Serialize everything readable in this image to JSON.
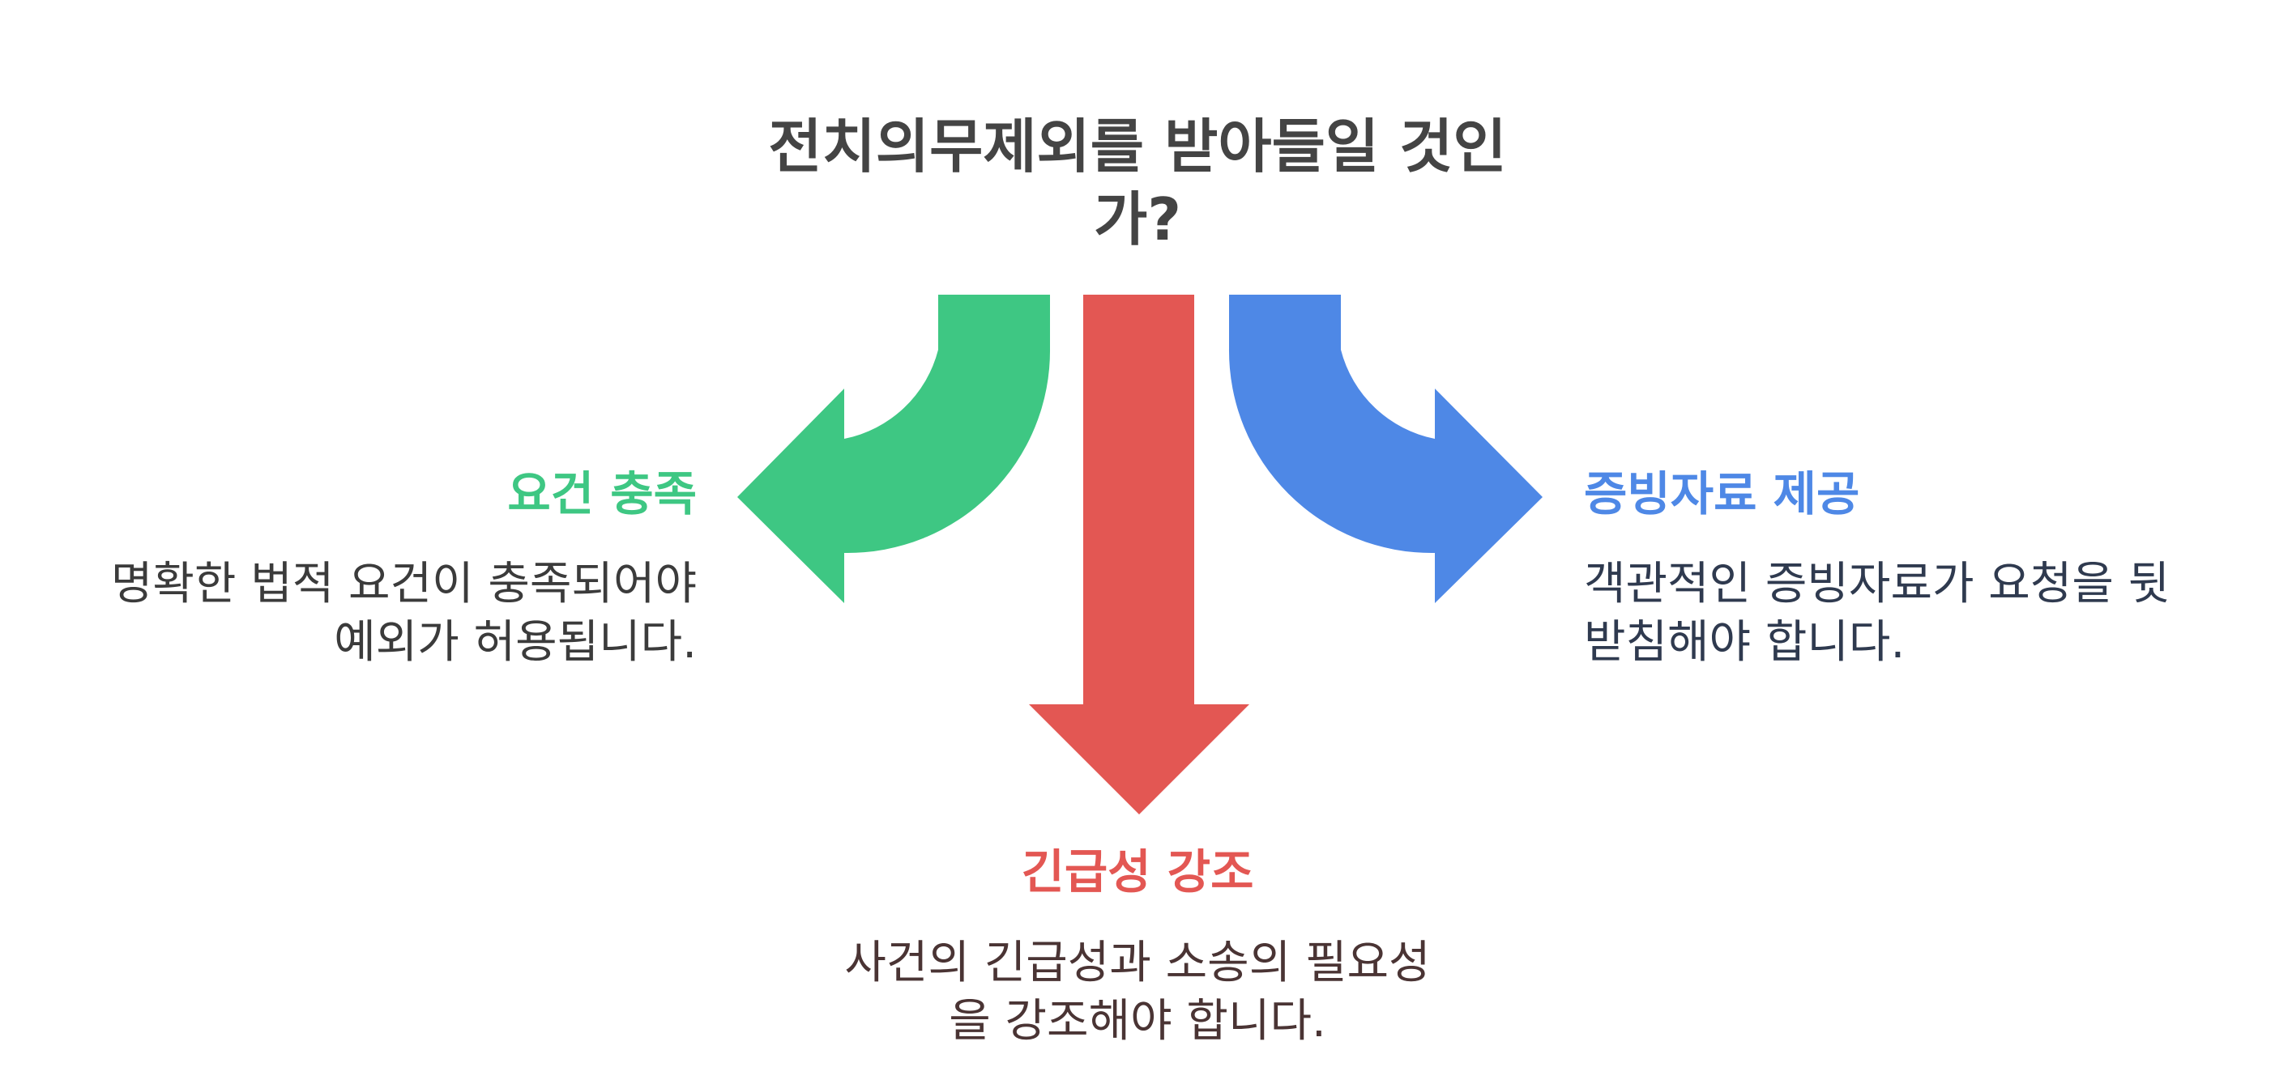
{
  "title": "전치의무제외를 받아들일 것인\n가?",
  "colors": {
    "title": "#444444",
    "green": "#3ec783",
    "red": "#e35753",
    "blue": "#4e88e6",
    "desc_left": "#3b3b3b",
    "desc_right": "#2f3a4f",
    "desc_bottom": "#4a3434"
  },
  "branches": {
    "left": {
      "title": "요건 충족",
      "description": "명확한 법적 요건이 충족되어야\n예외가 허용됩니다."
    },
    "bottom": {
      "title": "긴급성 강조",
      "description": "사건의 긴급성과 소송의 필요성\n을 강조해야 합니다."
    },
    "right": {
      "title": "증빙자료 제공",
      "description": "객관적인 증빙자료가 요청을 뒷\n받침해야 합니다."
    }
  }
}
